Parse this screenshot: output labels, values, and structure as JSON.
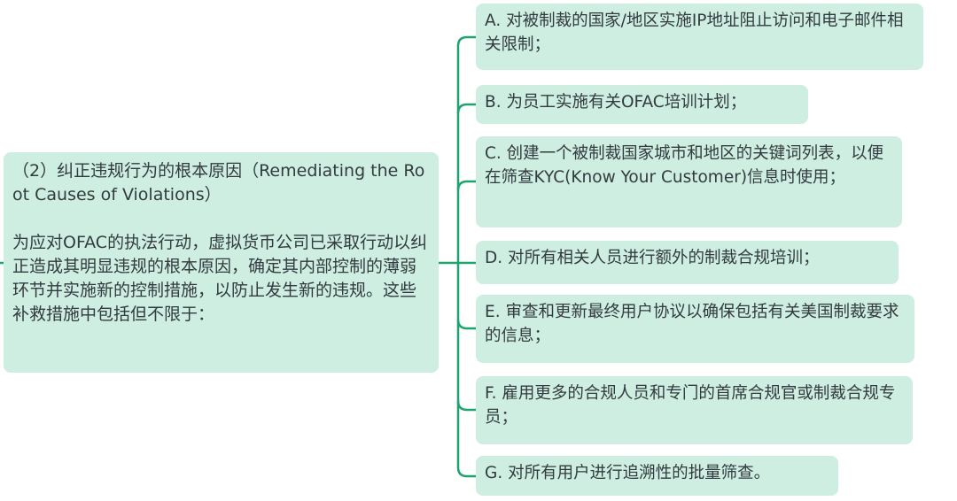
{
  "main": {
    "title": "（2）纠正违规行为的根本原因（Remediating the Root Causes of Violations）",
    "body": "为应对OFAC的执法行动，虚拟货币公司已采取行动以纠正造成其明显违规的根本原因，确定其内部控制的薄弱环节并实施新的控制措施，以防止发生新的违规。这些补救措施中包括但不限于："
  },
  "branches": [
    "A. 对被制裁的国家/地区实施IP地址阻止访问和电子邮件相关限制；",
    "B. 为员工实施有关OFAC培训计划；",
    "C. 创建一个被制裁国家城市和地区的关键词列表，以便在筛查KYC(Know Your Customer)信息时使用；",
    "D. 对所有相关人员进行额外的制裁合规培训；",
    "E. 审查和更新最终用户协议以确保包括有关美国制裁要求的信息；",
    "F. 雇用更多的合规人员和专门的首席合规官或制裁合规专员；",
    "G. 对所有用户进行追溯性的批量筛查。"
  ],
  "colors": {
    "node_fill": "#cdeee0",
    "connector": "#1fa36e",
    "text": "#333a40"
  }
}
